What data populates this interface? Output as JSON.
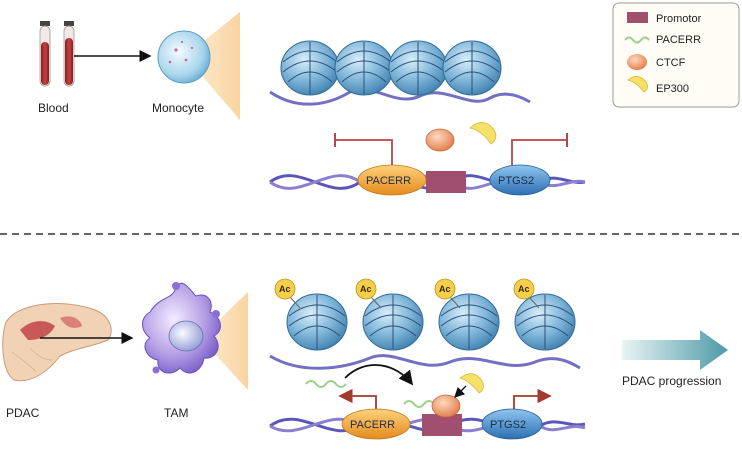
{
  "legend": {
    "promotor": "Promotor",
    "pacerr": "PACERR",
    "ctcf": "CTCF",
    "ep300": "EP300"
  },
  "top": {
    "blood_label": "Blood",
    "monocyte_label": "Monocyte",
    "gene_left": "PACERR",
    "gene_right": "PTGS2"
  },
  "bottom": {
    "pdac_label": "PDAC",
    "tam_label": "TAM",
    "gene_left": "PACERR",
    "gene_right": "PTGS2",
    "acetyl_marks": [
      "Ac",
      "Ac",
      "Ac",
      "Ac"
    ],
    "progression_label": "PDAC progression"
  },
  "colors": {
    "dna_strand": "#5a57b8",
    "nucleosome": "#7fb6d9",
    "promotor": "#a04f6e",
    "pacerr_gene": "#f3a93b",
    "ptgs2_gene": "#3b82c4",
    "ctcf": "#f2956b",
    "ep300": "#f5e06a",
    "inhibition": "#b8454a",
    "activation": "#a23a2e",
    "progression_arrow": "#5aa6b0"
  }
}
